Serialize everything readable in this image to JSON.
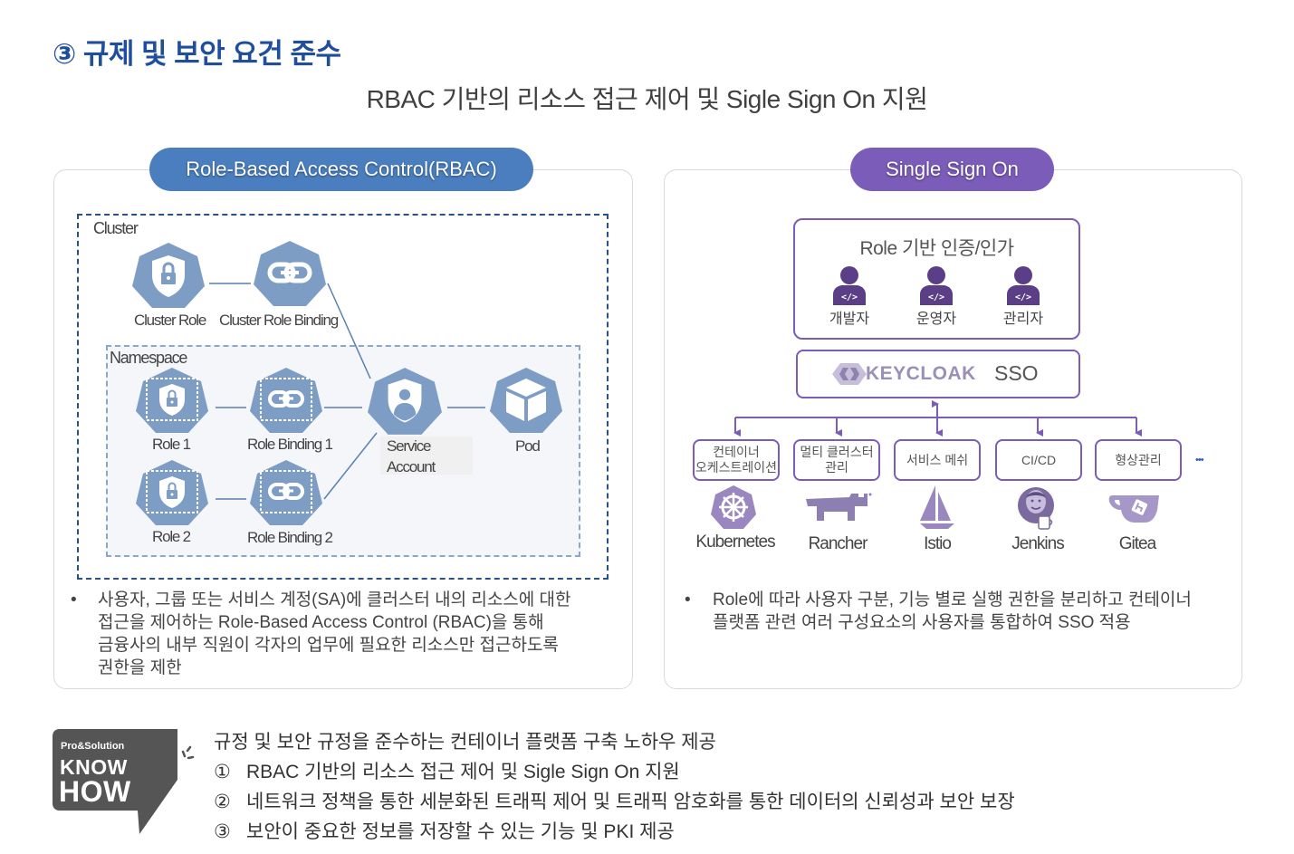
{
  "header": {
    "section_title": "③ 규제 및 보안 요건 준수",
    "subtitle": "RBAC 기반의 리소스 접근 제어 및 Sigle Sign On 지원"
  },
  "rbac_panel": {
    "pill_label": "Role-Based Access Control(RBAC)",
    "colors": {
      "pill": "#4a7ebe",
      "node": "#7d9dc4",
      "cluster_border": "#2c4f85"
    },
    "cluster_label": "Cluster",
    "namespace_label": "Namespace",
    "nodes": {
      "cluster_role": "Cluster Role",
      "cluster_role_binding": "Cluster Role Binding",
      "role1": "Role 1",
      "role_binding1": "Role Binding 1",
      "role2": "Role 2",
      "role_binding2": "Role Binding 2",
      "service_account_line1": "Service",
      "service_account_line2": "Account",
      "pod": "Pod"
    },
    "bullet": {
      "marker": "•",
      "lines": [
        "사용자, 그룹 또는 서비스 계정(SA)에 클러스터 내의 리소스에 대한",
        "접근을 제어하는 Role-Based Access Control (RBAC)을 통해",
        "금융사의 내부 직원이 각자의 업무에 필요한 리소스만 접근하도록",
        "권한을 제한"
      ]
    }
  },
  "sso_panel": {
    "pill_label": "Single Sign On",
    "colors": {
      "pill": "#7b5cb8",
      "user_icon": "#5b3f86",
      "logo": "#9a8fb8"
    },
    "role_box_title": "Role 기반 인증/인가",
    "users": [
      "개발자",
      "운영자",
      "관리자"
    ],
    "keycloak_label": "KEYCLOAK",
    "sso_label": "SSO",
    "categories": [
      {
        "label_line1": "컨테이너",
        "label_line2": "오케스트레이션",
        "tool": "Kubernetes",
        "icon": "kubernetes-icon"
      },
      {
        "label_line1": "멀티 클러스터",
        "label_line2": "관리",
        "tool": "Rancher",
        "icon": "rancher-icon"
      },
      {
        "label_line1": "서비스 메쉬",
        "label_line2": "",
        "tool": "Istio",
        "icon": "istio-icon"
      },
      {
        "label_line1": "CI/CD",
        "label_line2": "",
        "tool": "Jenkins",
        "icon": "jenkins-icon"
      },
      {
        "label_line1": "형상관리",
        "label_line2": "",
        "tool": "Gitea",
        "icon": "gitea-icon"
      }
    ],
    "more": "•••",
    "bullet": {
      "marker": "•",
      "lines": [
        "Role에 따라 사용자 구분, 기능 별로 실행 권한을 분리하고 컨테이너",
        "플랫폼 관련 여러 구성요소의 사용자를 통합하여 SSO 적용"
      ]
    }
  },
  "knowhow": {
    "badge_small": "Pro&Solution",
    "badge_line1": "KNOW",
    "badge_line2": "HOW",
    "heading": "규정 및 보안 규정을 준수하는 컨테이너 플랫폼 구축 노하우 제공",
    "items": [
      {
        "num": "①",
        "text": "RBAC 기반의 리소스 접근 제어 및 Sigle Sign On 지원"
      },
      {
        "num": "②",
        "text": "네트워크 정책을 통한 세분화된 트래픽 제어 및 트래픽 암호화를 통한 데이터의 신뢰성과 보안 보장"
      },
      {
        "num": "③",
        "text": "보안이 중요한 정보를 저장할 수 있는 기능 및 PKI 제공"
      }
    ]
  }
}
